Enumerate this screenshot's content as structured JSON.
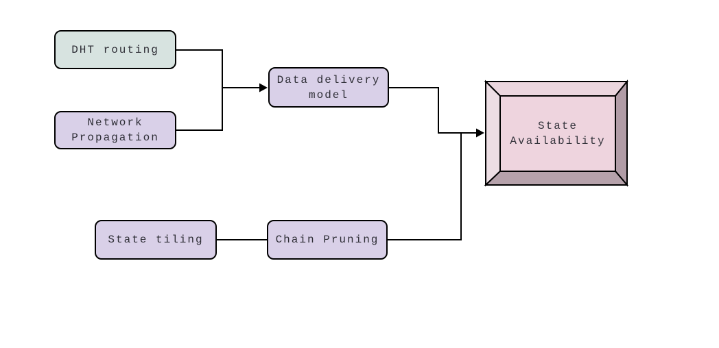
{
  "diagram": {
    "type": "flowchart",
    "background": "#ffffff",
    "colors": {
      "connector": "#000000",
      "node_border": "#000000",
      "node_text": "#2e2e36",
      "teal_fill": "#d7e3e0",
      "lavender_fill": "#d9d0e8",
      "frame_top_bevel": "#ebd6de",
      "frame_left_bevel": "#eddee4",
      "frame_right_bevel": "#b19ca6",
      "frame_bottom_bevel": "#b6a2ab",
      "frame_inner_fill": "#eed4de"
    },
    "nodes": {
      "dht_routing": {
        "shape": "rounded-rect",
        "fill": "#d7e3e0",
        "lines": [
          "DHT routing"
        ]
      },
      "network_propagation": {
        "shape": "rounded-rect",
        "fill": "#d9d0e8",
        "lines": [
          "Network",
          "Propagation"
        ]
      },
      "data_delivery_model": {
        "shape": "rounded-rect",
        "fill": "#d9d0e8",
        "lines": [
          "Data delivery",
          "model"
        ]
      },
      "state_tiling": {
        "shape": "rounded-rect",
        "fill": "#d9d0e8",
        "lines": [
          "State tiling"
        ]
      },
      "chain_pruning": {
        "shape": "rounded-rect",
        "fill": "#d9d0e8",
        "lines": [
          "Chain Pruning"
        ]
      },
      "state_availability": {
        "shape": "beveled-3d-frame",
        "fill": "#eed4de",
        "lines": [
          "State",
          "Availability"
        ]
      }
    },
    "edges": [
      {
        "from": "dht_routing",
        "to": "data_delivery_model",
        "arrow": true,
        "style": "orthogonal-merge"
      },
      {
        "from": "network_propagation",
        "to": "data_delivery_model",
        "arrow": true,
        "style": "orthogonal-merge"
      },
      {
        "from": "data_delivery_model",
        "to": "state_availability",
        "arrow": true,
        "style": "orthogonal-merge"
      },
      {
        "from": "state_tiling",
        "to": "chain_pruning",
        "arrow": false,
        "style": "straight"
      },
      {
        "from": "chain_pruning",
        "to": "state_availability",
        "arrow": true,
        "style": "orthogonal-merge"
      }
    ]
  }
}
